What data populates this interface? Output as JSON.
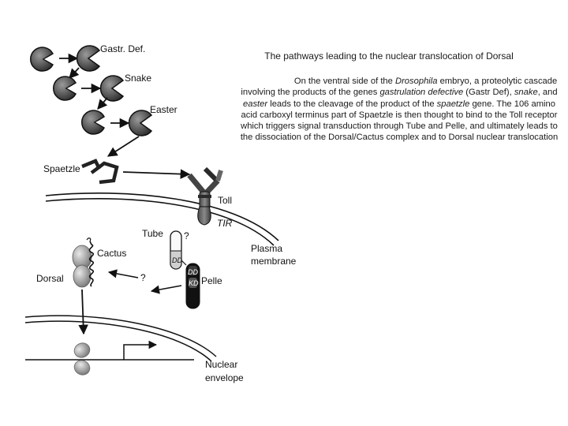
{
  "diagram": {
    "labels": {
      "gastr_def": "Gastr. Def.",
      "snake": "Snake",
      "easter": "Easter",
      "spaetzle": "Spaetzle",
      "toll": "Toll",
      "tir": "TIR",
      "tube": "Tube",
      "q1": "?",
      "dd1": "DD",
      "dd2": "DD",
      "kd": "KD",
      "pelle": "Pelle",
      "q2": "?",
      "cactus": "Cactus",
      "dorsal": "Dorsal",
      "plasma1": "Plasma",
      "plasma2": "membrane",
      "nuclear1": "Nuclear",
      "nuclear2": "envelope"
    }
  },
  "text": {
    "title": "The pathways leading to the nuclear translocation of Dorsal",
    "para": [
      {
        "t": "On the ventral side of the ",
        "i": false
      },
      {
        "t": "Drosophila",
        "i": true
      },
      {
        "t": " embryo, a proteolytic cascade involving the products of the genes ",
        "i": false
      },
      {
        "t": "gastrulation defective",
        "i": true
      },
      {
        "t": " (Gastr Def), ",
        "i": false
      },
      {
        "t": "snake",
        "i": true
      },
      {
        "t": ", and ",
        "i": false
      },
      {
        "t": "easter",
        "i": true
      },
      {
        "t": " leads to the cleavage of the product of the ",
        "i": false
      },
      {
        "t": "spaetzle",
        "i": true
      },
      {
        "t": " gene. The 106 amino acid carboxyl terminus part of Spaetzle is then thought to bind to the Toll receptor which triggers signal transduction through Tube and Pelle, and ultimately leads to the dissociation of the Dorsal/Cactus complex and to Dorsal nuclear translocation",
        "i": false
      }
    ]
  },
  "colors": {
    "ink": "#111111",
    "protein_dark": "#3c3c3c",
    "protein_light": "#d9d9d9"
  }
}
